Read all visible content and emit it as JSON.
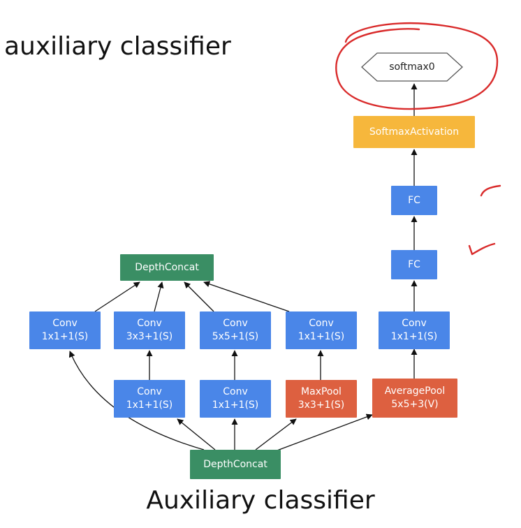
{
  "titles": {
    "top": "auxiliary classifier",
    "bottom": "Auxiliary classifier"
  },
  "nodes": {
    "softmax0": "softmax0",
    "softmax_activation": "SoftmaxActivation",
    "fc_upper": "FC",
    "fc_lower": "FC",
    "depthconcat_top": "DepthConcat",
    "depthconcat_bottom": "DepthConcat",
    "conv_a": {
      "name": "Conv",
      "params": "1x1+1(S)"
    },
    "conv_b": {
      "name": "Conv",
      "params": "3x3+1(S)"
    },
    "conv_c": {
      "name": "Conv",
      "params": "5x5+1(S)"
    },
    "conv_d": {
      "name": "Conv",
      "params": "1x1+1(S)"
    },
    "conv_e": {
      "name": "Conv",
      "params": "1x1+1(S)"
    },
    "conv_b_reduce": {
      "name": "Conv",
      "params": "1x1+1(S)"
    },
    "conv_c_reduce": {
      "name": "Conv",
      "params": "1x1+1(S)"
    },
    "maxpool": {
      "name": "MaxPool",
      "params": "3x3+1(S)"
    },
    "averagepool": {
      "name": "AveragePool",
      "params": "5x5+3(V)"
    }
  },
  "colors": {
    "conv_fc": "#4a86e8",
    "concat": "#3a8e64",
    "pool": "#dd6040",
    "activation": "#f6b73c",
    "annotation": "#d92b2b"
  }
}
